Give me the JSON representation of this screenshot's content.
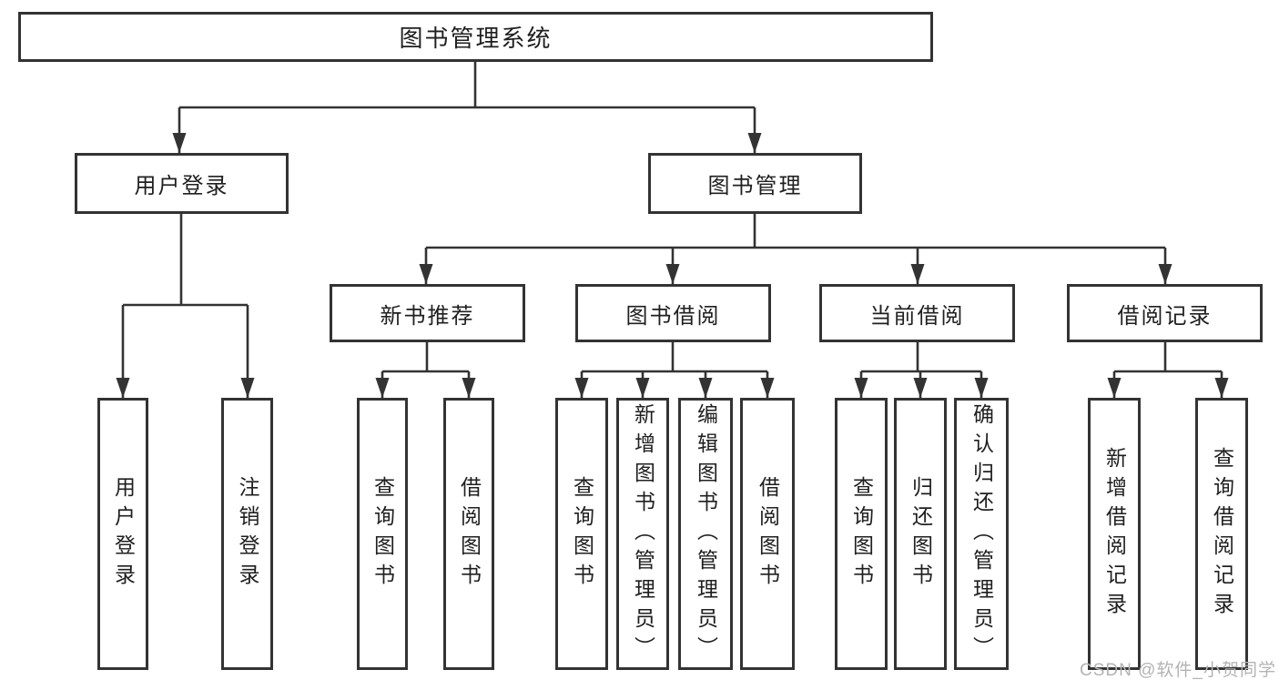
{
  "diagram": {
    "title": "图书管理系统",
    "root": {
      "label": "图书管理系统"
    },
    "level2": [
      {
        "label": "用户登录",
        "children": [
          {
            "label": "用户登录"
          },
          {
            "label": "注销登录"
          }
        ]
      },
      {
        "label": "图书管理",
        "children": [
          {
            "label": "新书推荐",
            "children": [
              {
                "label": "查询图书"
              },
              {
                "label": "借阅图书"
              }
            ]
          },
          {
            "label": "图书借阅",
            "children": [
              {
                "label": "查询图书"
              },
              {
                "label": "新增图书（管理员）"
              },
              {
                "label": "编辑图书（管理员）"
              },
              {
                "label": "借阅图书"
              }
            ]
          },
          {
            "label": "当前借阅",
            "children": [
              {
                "label": "查询图书"
              },
              {
                "label": "归还图书"
              },
              {
                "label": "确认归还（管理员）"
              }
            ]
          },
          {
            "label": "借阅记录",
            "children": [
              {
                "label": "新增借阅记录"
              },
              {
                "label": "查询借阅记录"
              }
            ]
          }
        ]
      }
    ]
  },
  "watermark": {
    "text": "CSDN @软件_小贺同学"
  },
  "colors": {
    "line": "#333333",
    "text": "#1f1f1f",
    "watermark": "#b3b3b3",
    "background": "#ffffff"
  }
}
